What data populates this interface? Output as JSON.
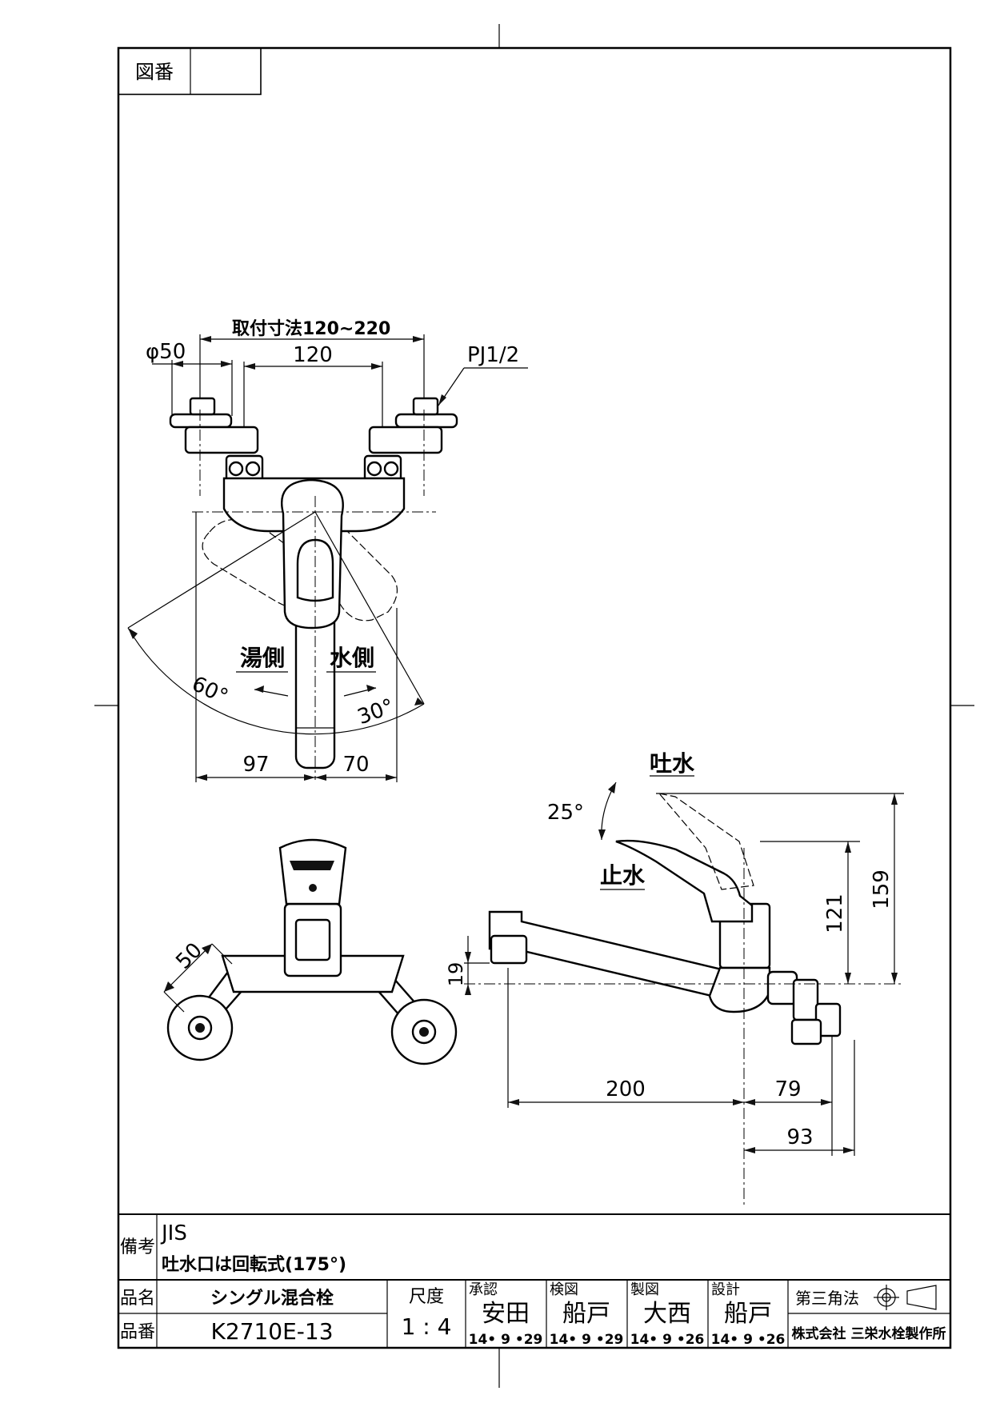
{
  "sheet": {
    "drawing_no_label": "図番",
    "drawing_no_value": ""
  },
  "top_view": {
    "mount_range": "取付寸法120~220",
    "phi": "φ50",
    "center": "120",
    "thread": "PJ1/2",
    "hot_side": "湯側",
    "cold_side": "水側",
    "angle_hot": "60°",
    "angle_cold": "30°",
    "dim_left": "97",
    "dim_right": "70"
  },
  "front_view": {
    "dim_50": "50"
  },
  "side_view": {
    "discharge": "吐水",
    "stop": "止水",
    "lever_angle": "25°",
    "dim_19": "19",
    "dim_121": "121",
    "dim_159": "159",
    "dim_200": "200",
    "dim_79": "79",
    "dim_93": "93"
  },
  "notes": {
    "label": "備考",
    "line1": "JIS",
    "line2": "吐水口は回転式(175°)"
  },
  "title_block": {
    "name_label": "品名",
    "name_value": "シングル混合栓",
    "number_label": "品番",
    "number_value": "K2710E-13",
    "scale_label": "尺度",
    "scale_value": "1 : 4",
    "approved_label": "承認",
    "approved_name": "安田",
    "approved_date": "14• 9 •29",
    "checked_label": "検図",
    "checked_name": "船戸",
    "checked_date": "14• 9 •29",
    "drawn_label": "製図",
    "drawn_name": "大西",
    "drawn_date": "14• 9 •26",
    "design_label": "設計",
    "design_name": "船戸",
    "design_date": "14• 9 •26",
    "projection": "第三角法",
    "company": "株式会社 三栄水栓製作所"
  }
}
